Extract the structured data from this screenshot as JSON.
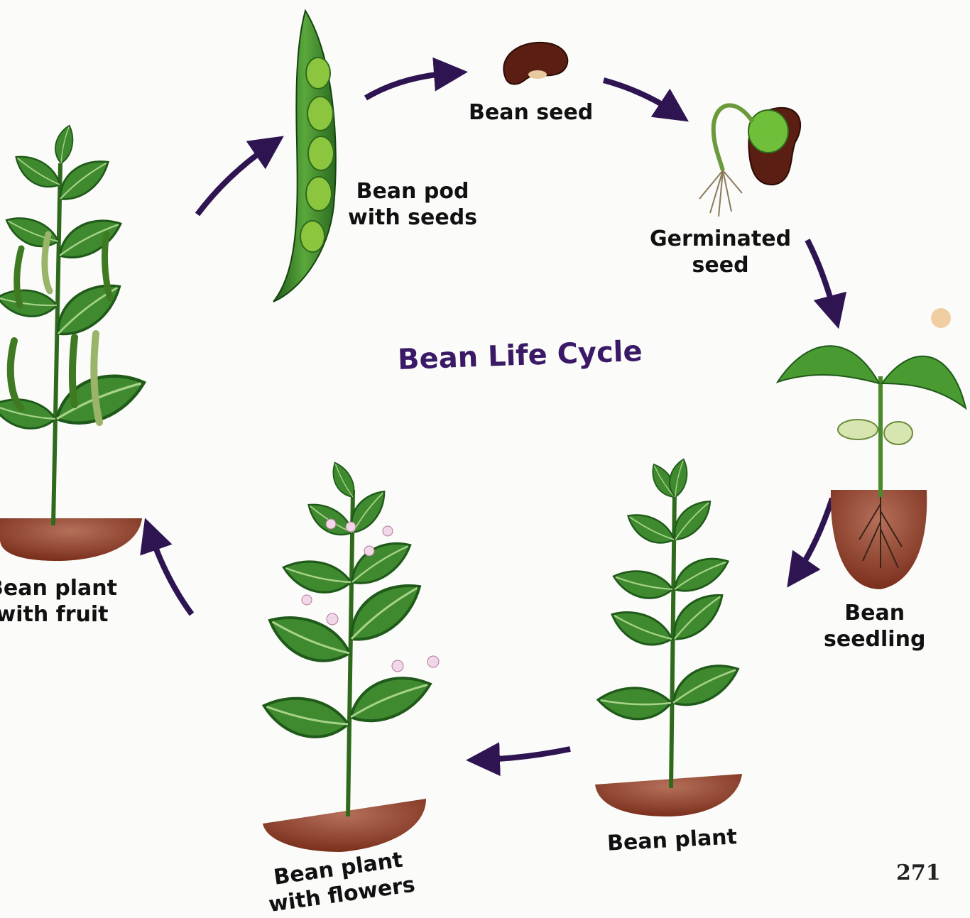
{
  "title": "Bean Life Cycle",
  "page_number": "271",
  "stages": {
    "seed": {
      "line1": "Bean seed"
    },
    "germinated": {
      "line1": "Germinated",
      "line2": "seed"
    },
    "seedling": {
      "line1": "Bean",
      "line2": "seedling"
    },
    "plant": {
      "line1": "Bean plant"
    },
    "flowers": {
      "line1": "Bean plant",
      "line2": "with flowers"
    },
    "fruit": {
      "line1": "Bean plant",
      "line2": "with fruit"
    },
    "pod": {
      "line1": "Bean pod",
      "line2": "with seeds"
    }
  },
  "colors": {
    "arrow": "#2e1552",
    "title": "#3a1a66",
    "leaf": "#3f8a2e",
    "leaf_dark": "#1f5a1a",
    "soil": "#8a3f2a",
    "seed": "#5a1e12"
  }
}
